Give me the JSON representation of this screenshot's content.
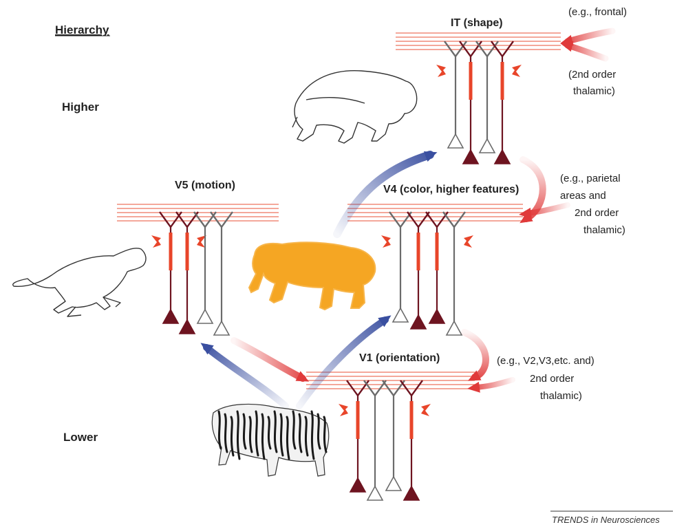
{
  "hierarchy": {
    "title": "Hierarchy",
    "higher": "Higher",
    "lower": "Lower"
  },
  "areas": {
    "it": "IT (shape)",
    "v4": "V4 (color, higher features)",
    "v5": "V5 (motion)",
    "v1": "V1 (orientation)"
  },
  "inputs": {
    "it_top": "(e.g., frontal)",
    "it_bottom": [
      "(2nd order",
      "thalamic)"
    ],
    "v4": [
      "(e.g., parietal",
      "areas and",
      "2nd order",
      "thalamic)"
    ],
    "v1": [
      "(e.g., V2,V3,etc. and)",
      "2nd order",
      "thalamic)"
    ]
  },
  "credit": "TRENDS in Neurosciences",
  "colors": {
    "cell_red": "#e8452a",
    "cell_dark": "#6e1420",
    "cell_gray": "#6b6b6b",
    "feedforward_blue": "#3a4fa0",
    "feedback_red": "#e03a3a",
    "tiger_orange": "#f5a623"
  },
  "icons": {
    "lion": "lion-outline-icon",
    "cheetah": "running-cheetah-outline-icon",
    "orange_tiger": "orange-tiger-silhouette-icon",
    "striped_tiger": "striped-tiger-icon"
  }
}
